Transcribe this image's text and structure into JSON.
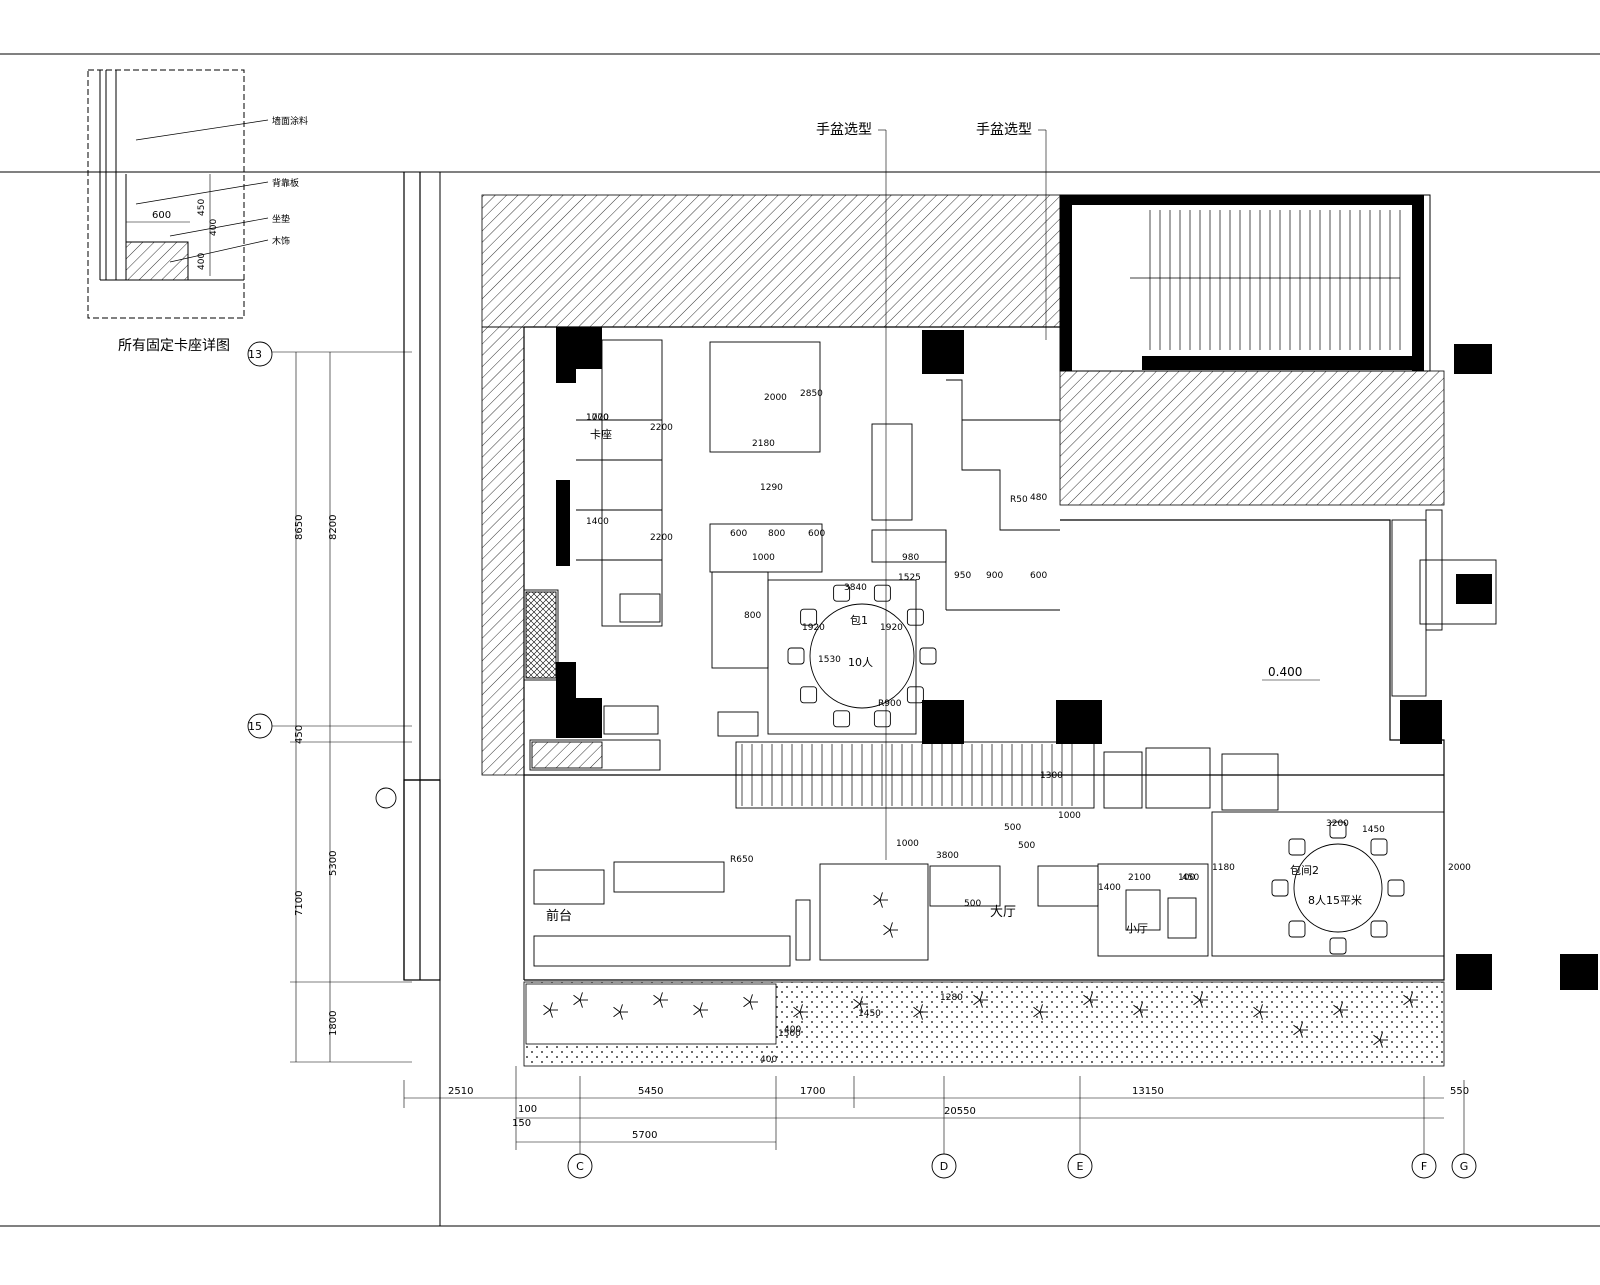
{
  "detail": {
    "caption": "所有固定卡座详图",
    "labels": [
      "墙面涂料",
      "背靠板",
      "坐垫",
      "木饰"
    ],
    "dims": [
      "600",
      "450",
      "400",
      "400"
    ]
  },
  "callouts": [
    "手盆选型",
    "手盆选型"
  ],
  "grid_rows": [
    "13",
    "15"
  ],
  "grid_cols": [
    "C",
    "D",
    "E",
    "F",
    "G"
  ],
  "level": "0.400",
  "rooms": {
    "reception": "前台",
    "hall": "大厅",
    "private_room_1": "包1",
    "private_room_1_cap": "10人",
    "private_room_2": "包间2",
    "private_room_2_cap": "8人",
    "private_room_2_label": "15平米",
    "small_room": "小厅",
    "kitchen": "卡座"
  },
  "dims_left": [
    "8650",
    "8200",
    "450",
    "5300",
    "7100",
    "1800"
  ],
  "dims_bottom_row1": [
    "2510",
    "5450",
    "1700",
    "13150",
    "550"
  ],
  "dims_bottom_row2": [
    "100",
    "20550"
  ],
  "dims_bottom_row3": [
    "150",
    "5700"
  ],
  "dims_inner": [
    "1770",
    "1400",
    "2200",
    "2200",
    "1290",
    "2850",
    "2000",
    "2180",
    "600",
    "800",
    "600",
    "800",
    "1000",
    "980",
    "1525",
    "950",
    "900",
    "600",
    "3840",
    "1920",
    "1920",
    "1530",
    "R900",
    "1300",
    "500",
    "1000",
    "500",
    "3800",
    "500",
    "1400",
    "2100",
    "450",
    "1000",
    "1280",
    "1450",
    "2000",
    "1450",
    "3200",
    "R650",
    "1180",
    "R50",
    "400",
    "400",
    "480",
    "1500",
    "100",
    "1000"
  ]
}
